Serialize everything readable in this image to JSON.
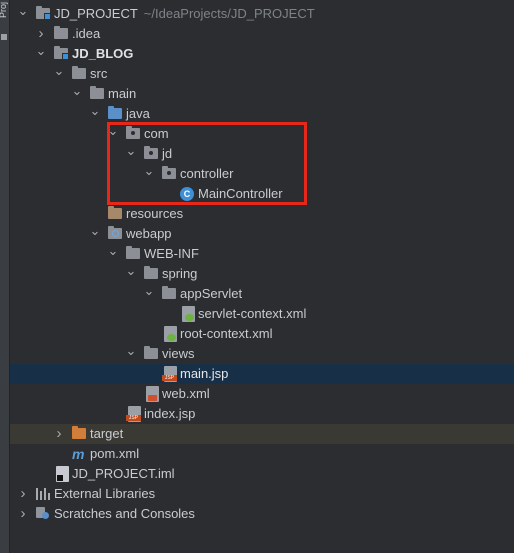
{
  "sidebar_tab": {
    "label": "Proj"
  },
  "tree": {
    "project_root": {
      "name": "JD_PROJECT",
      "path": "~/IdeaProjects/JD_PROJECT"
    },
    "idea_folder": ".idea",
    "module": "JD_BLOG",
    "src": "src",
    "main": "main",
    "java": "java",
    "com": "com",
    "jd": "jd",
    "controller": "controller",
    "main_controller": "MainController",
    "resources": "resources",
    "webapp": "webapp",
    "web_inf": "WEB-INF",
    "spring": "spring",
    "app_servlet": "appServlet",
    "servlet_context": "servlet-context.xml",
    "root_context": "root-context.xml",
    "views": "views",
    "main_jsp": "main.jsp",
    "web_xml": "web.xml",
    "index_jsp": "index.jsp",
    "target": "target",
    "pom": "pom.xml",
    "iml": "JD_PROJECT.iml",
    "external_libraries": "External Libraries",
    "scratches": "Scratches and Consoles"
  },
  "icons": {
    "class_letter": "C",
    "maven_letter": "m"
  },
  "colors": {
    "background": "#2b2d30",
    "selection": "#183047",
    "highlight_box": "#e8271b",
    "target_row": "#3b3934"
  }
}
